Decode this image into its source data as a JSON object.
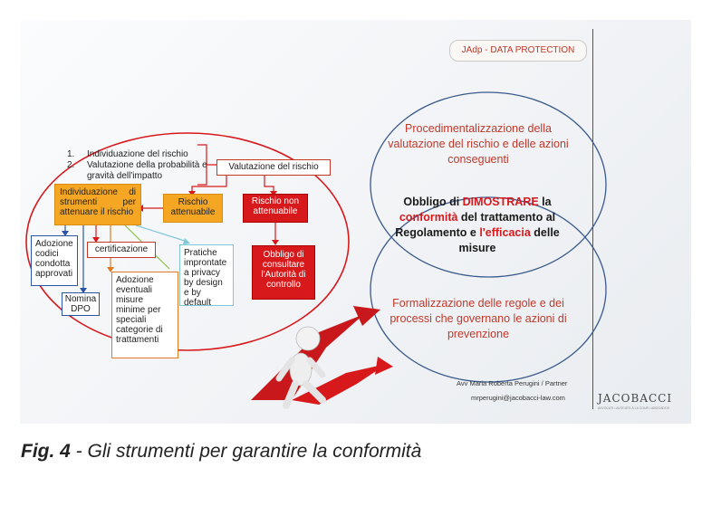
{
  "slide": {
    "header_tag": "JAdp - DATA PROTECTION",
    "list": [
      {
        "num": "1.",
        "text": "Individuazione del rischio"
      },
      {
        "num": "2.",
        "text": "Valutazione della probabilità e gravità dell'impatto"
      }
    ],
    "boxes": {
      "valutazione": "Valutazione del rischio",
      "individuazione": "Individuazione di strumenti per attenuare il rischio",
      "rischio_attenuabile": "Rischio attenuabile",
      "rischio_non_attenuabile": "Rischio non attenuabile",
      "obbligo_consultare": "Obbligo di consultare l'Autorità di controllo",
      "adozione_codici": "Adozione codici condotta approvati",
      "certificazione": "certificazione",
      "pratiche": "Pratiche improntate a privacy by design e by default",
      "nomina_dpo": "Nomina DPO",
      "adozione_misure": "Adozione eventuali misure minime per speciali categorie di trattamenti"
    },
    "venn": {
      "top": "Procedimentalizzazione della valutazione del rischio e delle azioni conseguenti",
      "middle": {
        "p1": "Obbligo di ",
        "h1": "DIMOSTRARE",
        "p2": " la ",
        "h2": "conformità",
        "p3": " del trattamento al Regolamento e ",
        "h3": "l'efficacia",
        "p4": " delle misure"
      },
      "bottom": "Formalizzazione delle regole e dei processi che governano le azioni di prevenzione"
    },
    "partner": "Avv Maria Roberta Perugini / Partner",
    "email": "mrperugini@jacobacci-law.com",
    "logo": "JACOBACCI",
    "logo_subtitle": "AVVOCATI • AVOCATS À LA COUR • ABOGADOS"
  },
  "caption": {
    "label": "Fig. 4",
    "text": " - Gli strumenti per garantire la conformità"
  },
  "colors": {
    "accent_red": "#d7191c",
    "orange": "#f5a623",
    "blue": "#2b55a3",
    "ellipse_blue": "#3a5a8c"
  }
}
